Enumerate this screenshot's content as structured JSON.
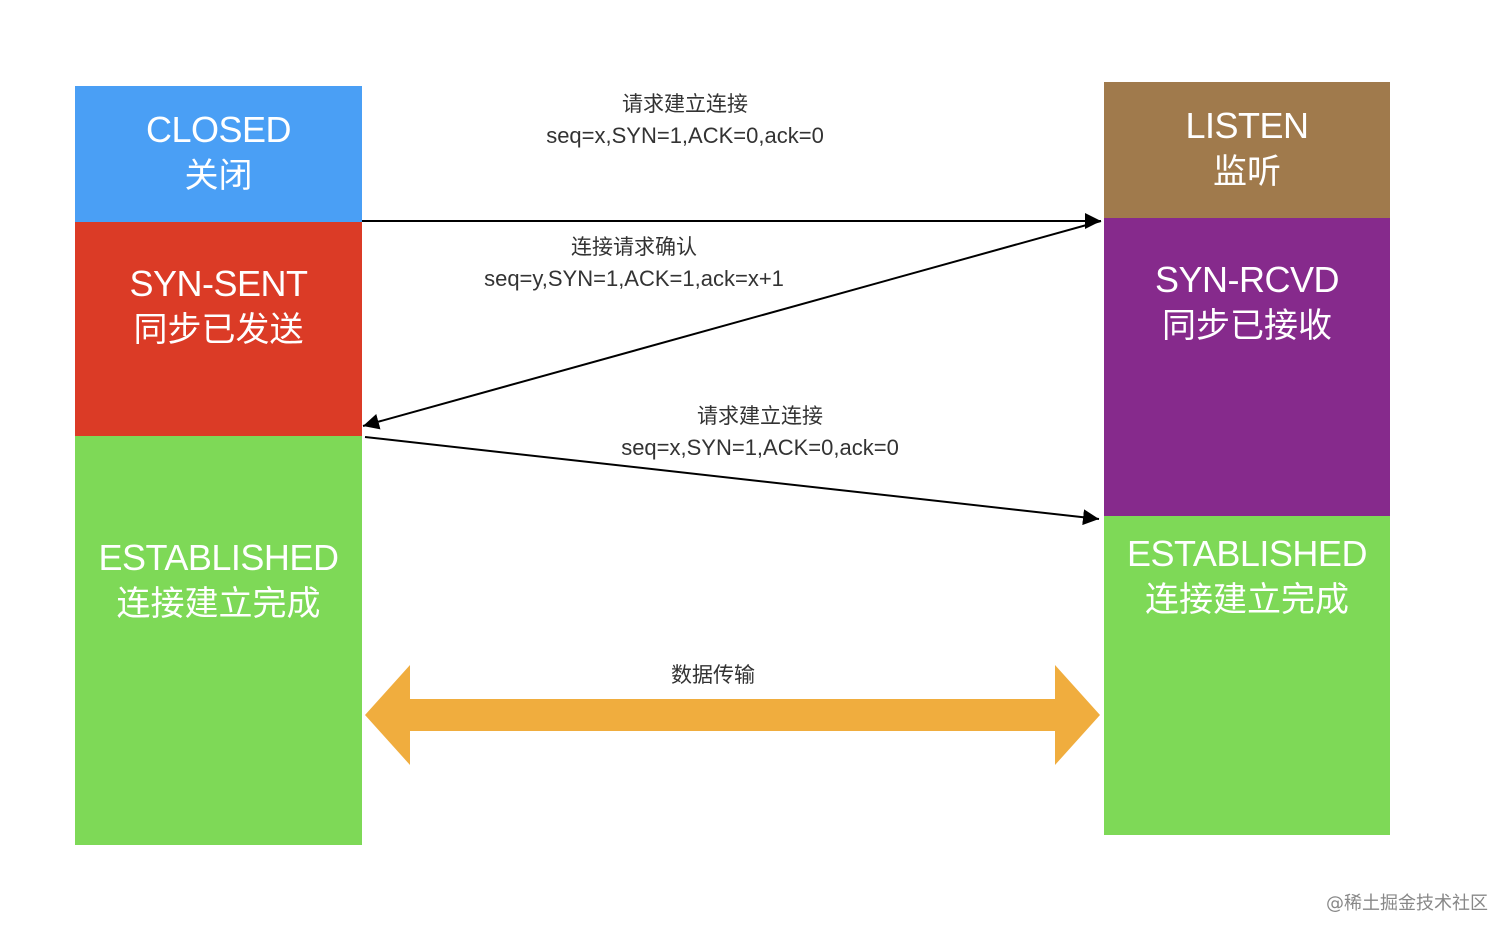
{
  "client": {
    "closed": {
      "en": "CLOSED",
      "zh": "关闭",
      "color": "#4a9ff5"
    },
    "syn_sent": {
      "en": "SYN-SENT",
      "zh": "同步已发送",
      "color": "#db3b26"
    },
    "established": {
      "en": "ESTABLISHED",
      "zh": "连接建立完成",
      "color": "#7ed957"
    }
  },
  "server": {
    "listen": {
      "en": "LISTEN",
      "zh": "监听",
      "color": "#a07a4c"
    },
    "syn_rcvd": {
      "en": "SYN-RCVD",
      "zh": "同步已接收",
      "color": "#862a8c"
    },
    "established": {
      "en": "ESTABLISHED",
      "zh": "连接建立完成",
      "color": "#7ed957"
    }
  },
  "messages": [
    {
      "title": "请求建立连接",
      "params": "seq=x,SYN=1,ACK=0,ack=0"
    },
    {
      "title": "连接请求确认",
      "params": "seq=y,SYN=1,ACK=1,ack=x+1"
    },
    {
      "title": "请求建立连接",
      "params": "seq=x,SYN=1,ACK=0,ack=0"
    }
  ],
  "transfer": {
    "label": "数据传输",
    "color": "#f0ad3e"
  },
  "watermark": "@稀土掘金技术社区"
}
